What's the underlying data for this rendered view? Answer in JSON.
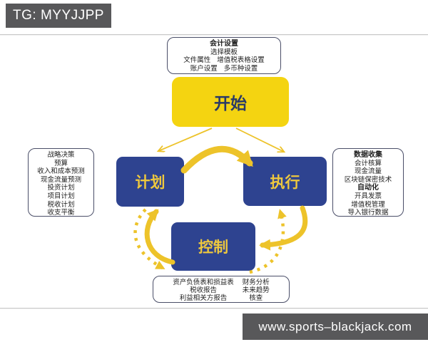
{
  "watermarks": {
    "telegram": "TG: MYYJJPP",
    "website": "www.sports–blackjack.com"
  },
  "colors": {
    "node_yellow": "#f4d411",
    "node_navy": "#2e4390",
    "arrow_gold": "#edc32a",
    "watermark_gray": "#58585a",
    "panel_border": "#4a4e68"
  },
  "diagram": {
    "setup_callout": {
      "title": "会计设置",
      "subtitle": "选择模板",
      "row1": [
        "文件属性",
        "增值税表格设置"
      ],
      "row2": [
        "账户设置",
        "多币种设置"
      ]
    },
    "nodes": {
      "start": "开始",
      "plan": "计划",
      "execute": "执行",
      "control": "控制"
    },
    "plan_panel": {
      "items": [
        "战略决策",
        "预算",
        "收入和成本预测",
        "现金流量预测",
        "投资计划",
        "项目计划",
        "税收计划",
        "收支平衡"
      ]
    },
    "execute_panel": {
      "section1_title": "数据收集",
      "section1_items": [
        "会计核算",
        "现金流量",
        "区块链保密技术"
      ],
      "section2_title": "自动化",
      "section2_items": [
        "开具发票",
        "增值税管理",
        "导入银行数据"
      ]
    },
    "control_panel": {
      "col1": [
        "资产负债表和损益表",
        "税收报告",
        "利益相关方报告"
      ],
      "col2": [
        "财务分析",
        "未来趋势",
        "核查"
      ]
    }
  }
}
